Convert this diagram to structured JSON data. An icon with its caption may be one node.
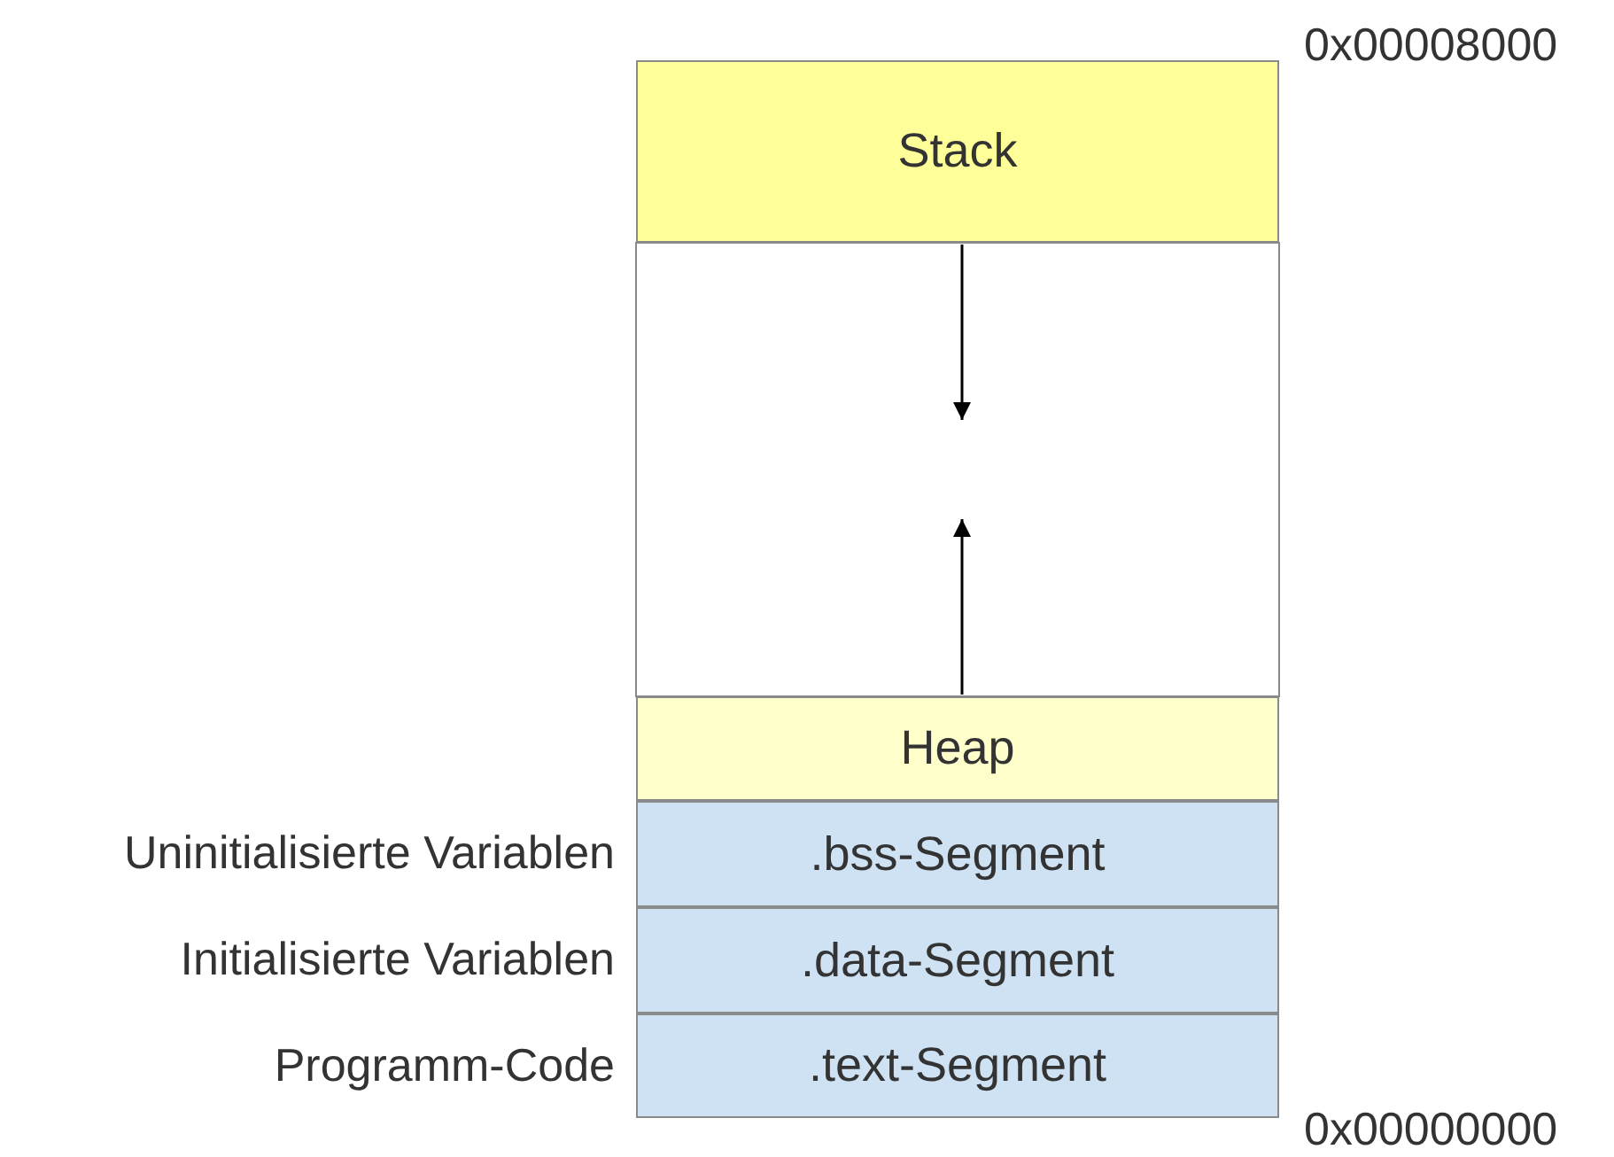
{
  "diagram": {
    "nodes": [
      {
        "text": [
          "Stack"
        ]
      },
      {
        "text": [
          "Heap"
        ]
      },
      {
        "text": [
          ".bss-Segment"
        ],
        "beside": [
          "Uninitialisierte Variablen"
        ]
      },
      {
        "text": [
          ".data-Segment"
        ],
        "beside": [
          "Initialisierte Variablen"
        ]
      },
      {
        "text": [
          ".text-Segment"
        ],
        "beside": [
          "Programm-Code"
        ]
      }
    ],
    "edges": [
      {
        "from": 0,
        "to": null,
        "arrow": "to"
      },
      {
        "from": 1,
        "to": null,
        "arrow": "to"
      }
    ],
    "labels": [
      "0x00008000",
      "0x00000000"
    ]
  }
}
